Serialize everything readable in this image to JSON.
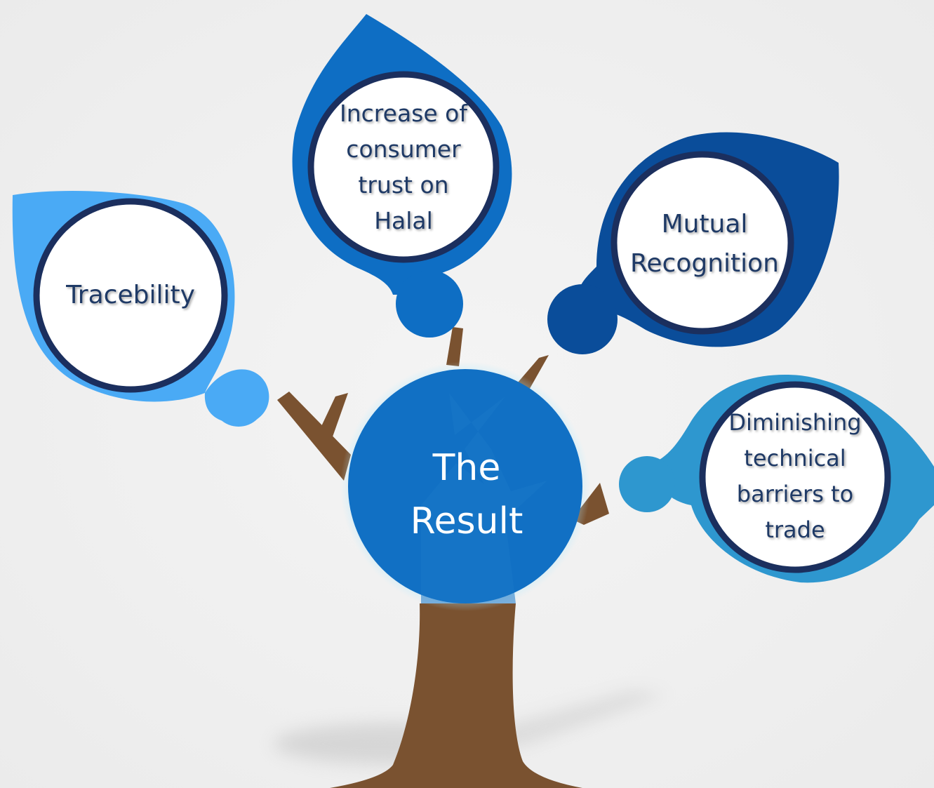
{
  "diagram": {
    "center": {
      "label": "The\nResult",
      "color": "#1170c4"
    },
    "leaves": [
      {
        "id": "traceability",
        "label": "Tracebility",
        "color": "#4aaaf5"
      },
      {
        "id": "consumer-trust",
        "label": "Increase of\nconsumer\ntrust on\nHalal",
        "color": "#0e6ec4"
      },
      {
        "id": "mutual-recognition",
        "label": "Mutual\nRecognition",
        "color": "#0a4d9a"
      },
      {
        "id": "technical-barriers",
        "label": "Diminishing\ntechnical\nbarriers to\ntrade",
        "color": "#2e97cf"
      }
    ],
    "colors": {
      "trunk": "#7a5230",
      "ring": "#1b2f5e",
      "label_text": "#1f3a66"
    }
  }
}
